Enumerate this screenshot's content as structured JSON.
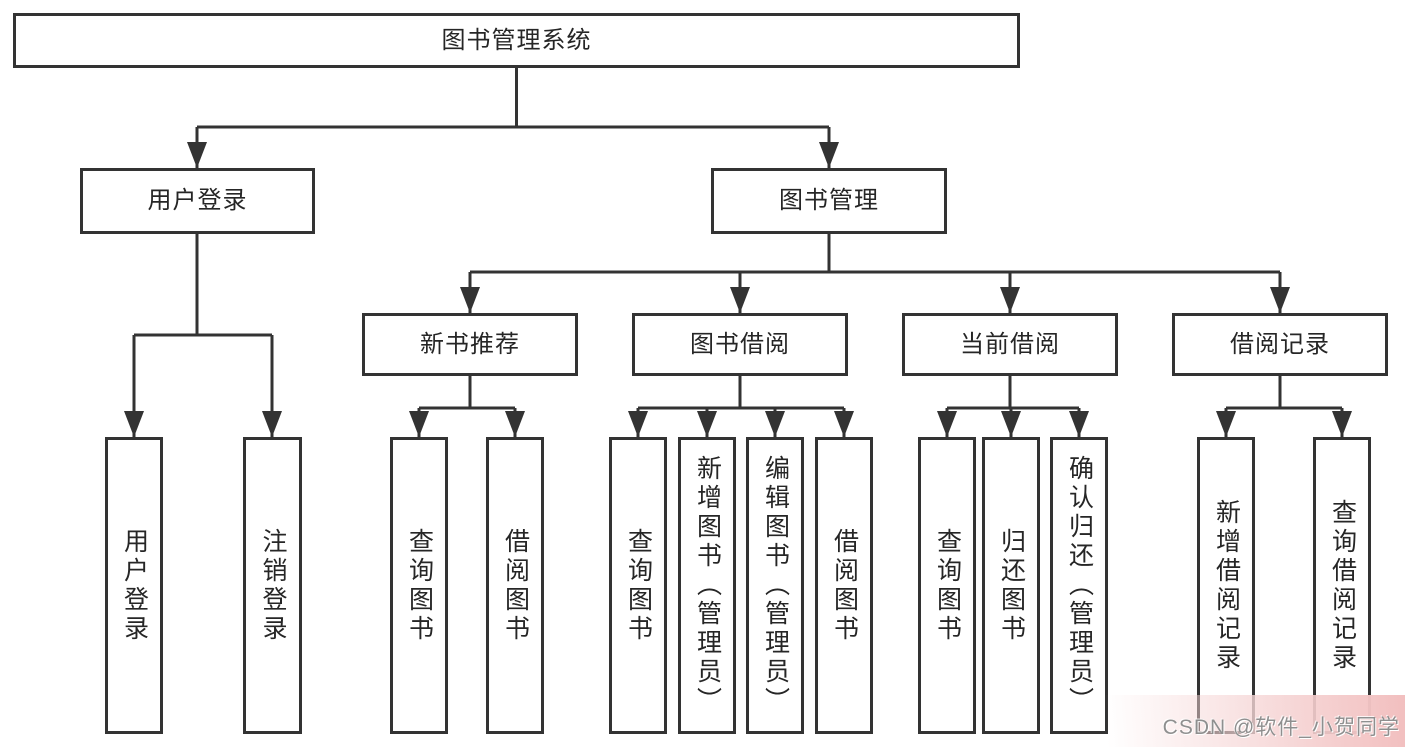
{
  "diagram_title": "图书管理系统",
  "watermark": {
    "text": "CSDN @软件_小贺同学"
  },
  "colors": {
    "line": "#333333",
    "box_border": "#333333",
    "box_fill": "#ffffff",
    "text": "#262626",
    "watermark_text": "#8f8f8f",
    "watermark_bg": "#f2bfbf"
  },
  "nodes": {
    "root": {
      "label": "图书管理系统",
      "parent": null
    },
    "user_login": {
      "label": "用户登录",
      "parent": "root"
    },
    "book_mgmt": {
      "label": "图书管理",
      "parent": "root"
    },
    "new_books": {
      "label": "新书推荐",
      "parent": "book_mgmt"
    },
    "book_borrow": {
      "label": "图书借阅",
      "parent": "book_mgmt"
    },
    "current_borrow": {
      "label": "当前借阅",
      "parent": "book_mgmt"
    },
    "borrow_records": {
      "label": "借阅记录",
      "parent": "book_mgmt"
    },
    "login_action": {
      "label": "用户登录",
      "parent": "user_login"
    },
    "logout_action": {
      "label": "注销登录",
      "parent": "user_login"
    },
    "nb_query": {
      "label": "查询图书",
      "parent": "new_books"
    },
    "nb_borrow": {
      "label": "借阅图书",
      "parent": "new_books"
    },
    "bb_query": {
      "label": "查询图书",
      "parent": "book_borrow"
    },
    "bb_add": {
      "label": "新增图书（管理员）",
      "parent": "book_borrow"
    },
    "bb_edit": {
      "label": "编辑图书（管理员）",
      "parent": "book_borrow"
    },
    "bb_borrow": {
      "label": "借阅图书",
      "parent": "book_borrow"
    },
    "cb_query": {
      "label": "查询图书",
      "parent": "current_borrow"
    },
    "cb_return": {
      "label": "归还图书",
      "parent": "current_borrow"
    },
    "cb_confirm": {
      "label": "确认归还（管理员）",
      "parent": "current_borrow"
    },
    "rec_add": {
      "label": "新增借阅记录",
      "parent": "borrow_records"
    },
    "rec_query": {
      "label": "查询借阅记录",
      "parent": "borrow_records"
    }
  }
}
